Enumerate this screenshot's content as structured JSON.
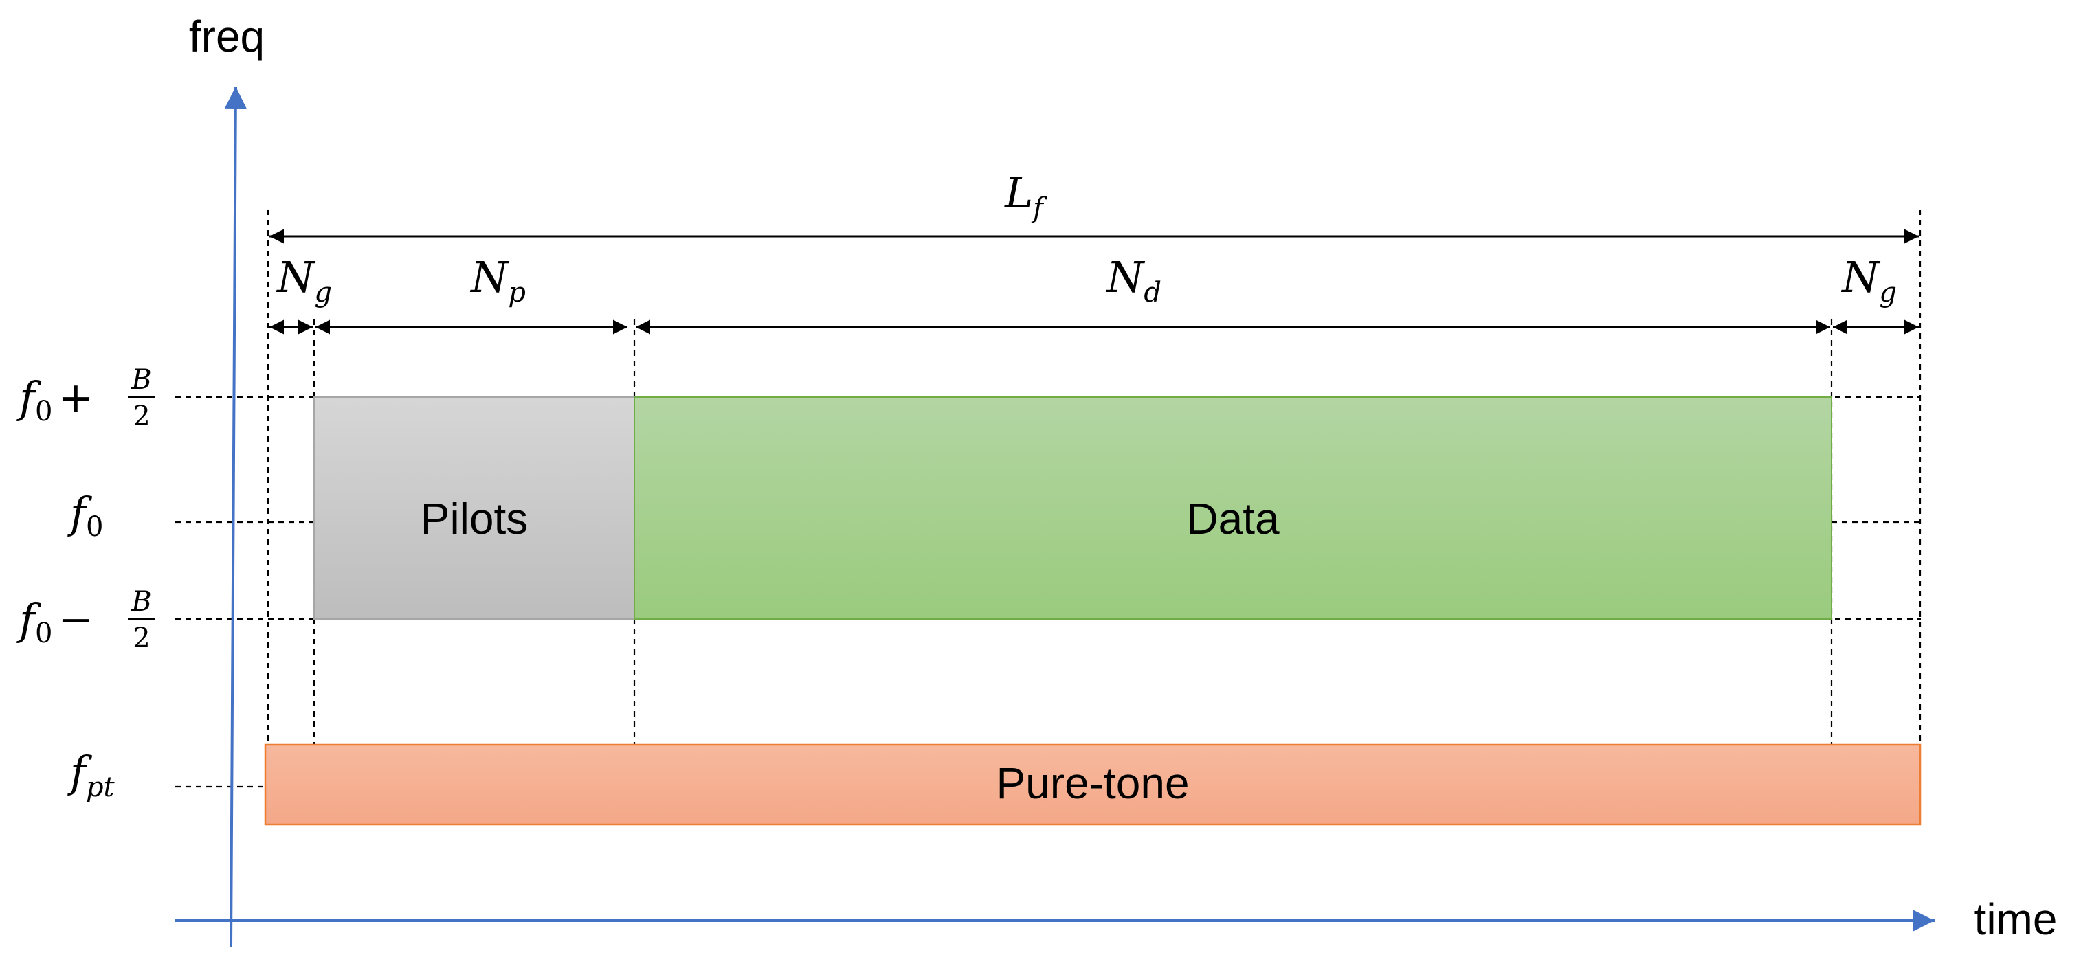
{
  "axes": {
    "y_label": "freq",
    "x_label": "time",
    "color": "#4472c4"
  },
  "blocks": {
    "pilots": {
      "label": "Pilots",
      "fill_top": "#d6d6d6",
      "fill_bottom": "#bdbdbd",
      "stroke": "#a6a6a6"
    },
    "data": {
      "label": "Data",
      "fill_top": "#b3d5a3",
      "fill_bottom": "#9acb7d",
      "stroke": "#70ad47"
    },
    "pure_tone": {
      "label": "Pure-tone",
      "fill_top": "#f7b89d",
      "fill_bottom": "#f4a888",
      "stroke": "#ed7d31"
    }
  },
  "durations": {
    "L": {
      "base": "L",
      "sub": "f"
    },
    "Ng_left": {
      "base": "N",
      "sub": "g"
    },
    "Np": {
      "base": "N",
      "sub": "p"
    },
    "Nd": {
      "base": "N",
      "sub": "d"
    },
    "Ng_right": {
      "base": "N",
      "sub": "g"
    }
  },
  "freq_labels": {
    "upper": {
      "base": "f",
      "sub": "0",
      "op": "+",
      "frac_num": "B",
      "frac_den": "2"
    },
    "center": {
      "base": "f",
      "sub": "0"
    },
    "lower": {
      "base": "f",
      "sub": "0",
      "op": "−",
      "frac_num": "B",
      "frac_den": "2"
    },
    "pure_tone": {
      "base": "f",
      "sub": "pt"
    }
  }
}
